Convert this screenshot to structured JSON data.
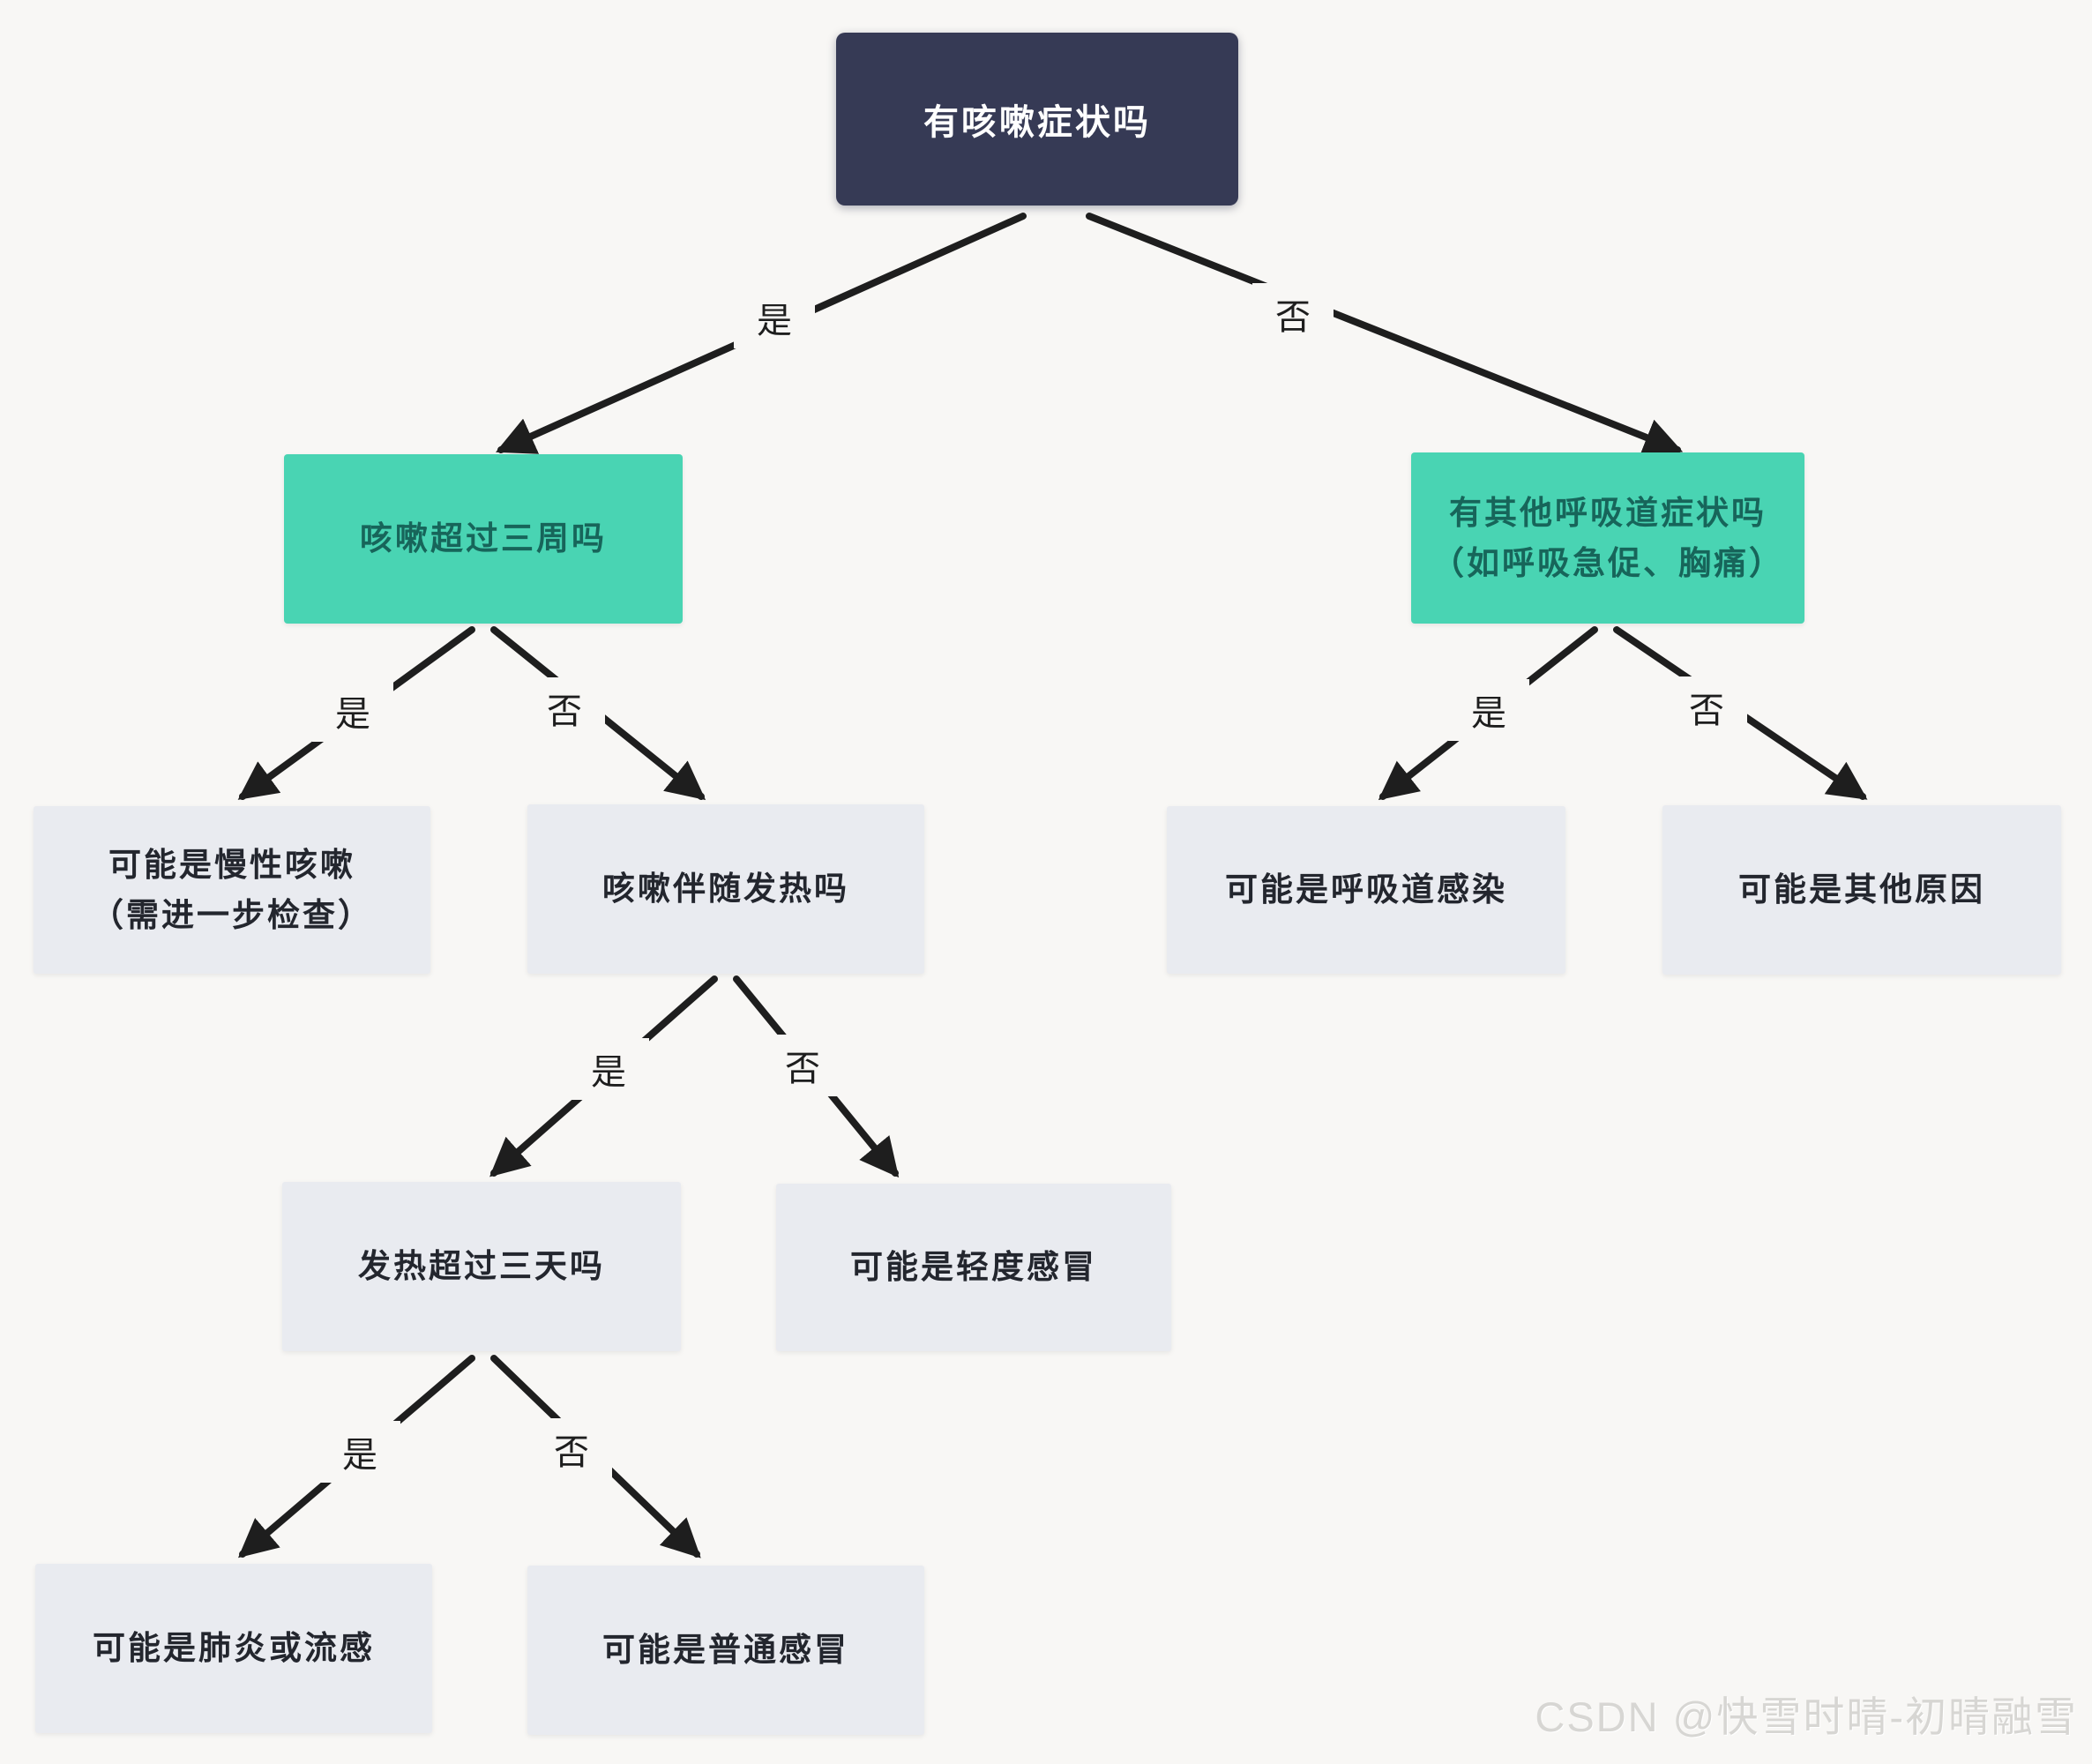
{
  "page": {
    "background": "#f8f7f5",
    "watermark": "CSDN @快雪时晴-初晴融雪"
  },
  "colors": {
    "root_fill": "#363a55",
    "root_text": "#ffffff",
    "decision_fill": "#49d4b3",
    "decision_text": "#17655a",
    "outcome_fill": "#e9ebf0",
    "outcome_text": "#23262e",
    "edge_stroke": "#1e1e1e"
  },
  "diagram_type": "decision-tree-flowchart",
  "nodes": {
    "root": {
      "label": "有咳嗽症状吗"
    },
    "cough_over_three_weeks": {
      "label": "咳嗽超过三周吗"
    },
    "other_respiratory_symptoms": {
      "line1": "有其他呼吸道症状吗",
      "line2": "（如呼吸急促、胸痛）"
    },
    "chronic_cough": {
      "line1": "可能是慢性咳嗽",
      "line2": "（需进一步检查）"
    },
    "cough_with_fever": {
      "label": "咳嗽伴随发热吗"
    },
    "respiratory_infection": {
      "label": "可能是呼吸道感染"
    },
    "other_causes": {
      "label": "可能是其他原因"
    },
    "fever_over_three_days": {
      "label": "发热超过三天吗"
    },
    "mild_cold": {
      "label": "可能是轻度感冒"
    },
    "pneumonia_or_flu": {
      "label": "可能是肺炎或流感"
    },
    "common_cold": {
      "label": "可能是普通感冒"
    }
  },
  "edge_labels": {
    "root_yes": "是",
    "root_no": "否",
    "weeks_yes": "是",
    "weeks_no": "否",
    "resp_yes": "是",
    "resp_no": "否",
    "fever_yes": "是",
    "fever_no": "否",
    "days_yes": "是",
    "days_no": "否"
  }
}
